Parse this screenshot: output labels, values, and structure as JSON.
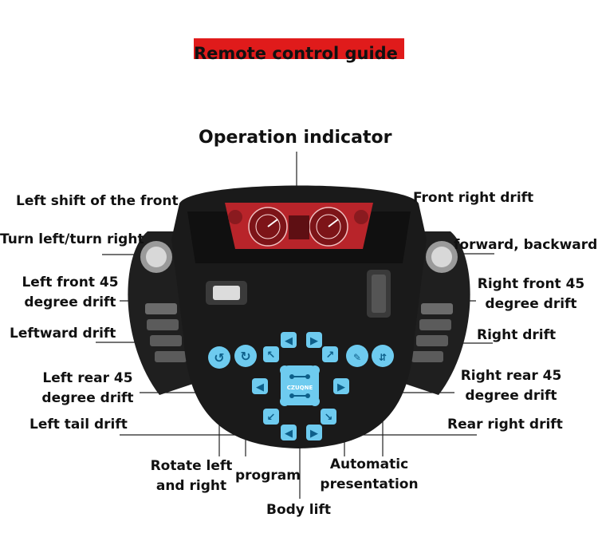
{
  "title": "Remote control guide",
  "labels": {
    "operation_indicator": "Operation indicator",
    "left_shift_front": "Left shift of the front",
    "front_right_drift": "Front right drift",
    "turn_left_right": "Turn left/turn right",
    "forward_backward": "forward, backward",
    "left_front_45_line1": "Left front 45",
    "left_front_45_line2": "degree drift",
    "right_front_45_line1": "Right front 45",
    "right_front_45_line2": "degree drift",
    "leftward_drift": "Leftward drift",
    "right_drift": "Right drift",
    "left_rear_45_line1": "Left rear 45",
    "left_rear_45_line2": "degree drift",
    "right_rear_45_line1": "Right rear 45",
    "right_rear_45_line2": "degree drift",
    "left_tail_drift": "Left tail drift",
    "rear_right_drift": "Rear right drift",
    "rotate_line1": "Rotate left",
    "rotate_line2": "and right",
    "program": "program",
    "auto_line1": "Automatic",
    "auto_line2": "presentation",
    "body_lift": "Body lift"
  },
  "center_pad_text": "CZUQNE",
  "colors": {
    "accent_red": "#e01b1b",
    "button_blue": "#6ecbef",
    "body_dark": "#1a1a1a",
    "screen_red": "#b8242a"
  },
  "buttons": [
    {
      "name": "rotate-button",
      "icon": "rotate-ccw-icon"
    },
    {
      "name": "program-button",
      "icon": "rotate-cw-icon"
    },
    {
      "name": "left-front-45-drift-button",
      "icon": "arrow-up-left-icon"
    },
    {
      "name": "left-shift-front-button",
      "icon": "arrow-left-icon"
    },
    {
      "name": "front-right-drift-button",
      "icon": "arrow-right-icon"
    },
    {
      "name": "right-front-45-drift-button",
      "icon": "arrow-up-right-icon"
    },
    {
      "name": "right-drift-button",
      "icon": "arrow-right-icon"
    },
    {
      "name": "automatic-presentation-button",
      "icon": "demo-icon"
    },
    {
      "name": "body-lift-extra-button",
      "icon": "lift-icon"
    },
    {
      "name": "leftward-drift-button",
      "icon": "arrow-left-icon"
    },
    {
      "name": "right-rear-drift-button",
      "icon": "arrow-right-icon"
    },
    {
      "name": "left-rear-45-drift-button",
      "icon": "arrow-down-left-icon"
    },
    {
      "name": "right-rear-45-drift-button",
      "icon": "arrow-down-right-icon"
    },
    {
      "name": "left-tail-drift-button",
      "icon": "arrow-left-icon"
    },
    {
      "name": "rear-right-drift-button",
      "icon": "arrow-right-icon"
    },
    {
      "name": "body-lift-button",
      "icon": "lift-pad-icon"
    }
  ]
}
